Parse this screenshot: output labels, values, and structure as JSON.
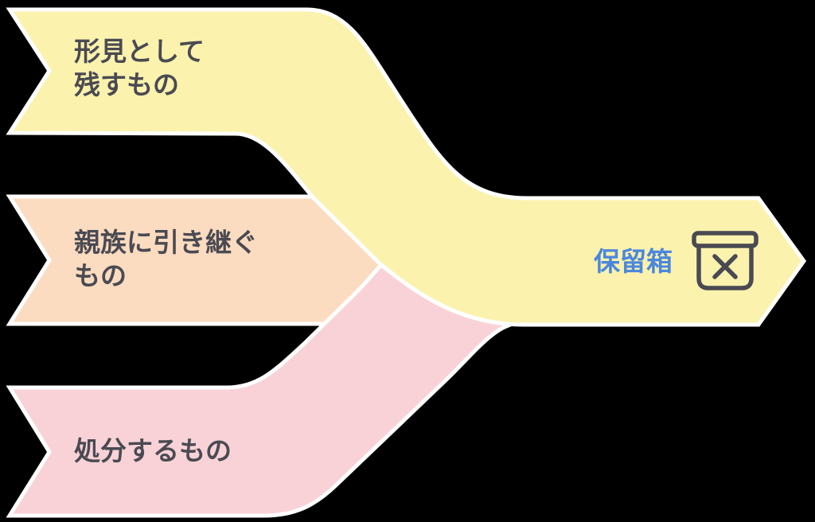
{
  "diagram": {
    "background": "#000000",
    "border_color": "#ffffff",
    "label_color": "#4a4a52",
    "ribbons": [
      {
        "id": "keep-as-memento",
        "label": "形見として\n残すもの",
        "color": "#fbf2ae"
      },
      {
        "id": "inherit-to-relatives",
        "label": "親族に引き継ぐ\nもの",
        "color": "#fbdcc0"
      },
      {
        "id": "dispose",
        "label": "処分するもの",
        "color": "#f9d2d7"
      }
    ],
    "destination": {
      "label": "保留箱",
      "label_color": "#4c87dc",
      "icon": "storage-box-x-icon",
      "icon_color": "#4a4a52"
    }
  }
}
